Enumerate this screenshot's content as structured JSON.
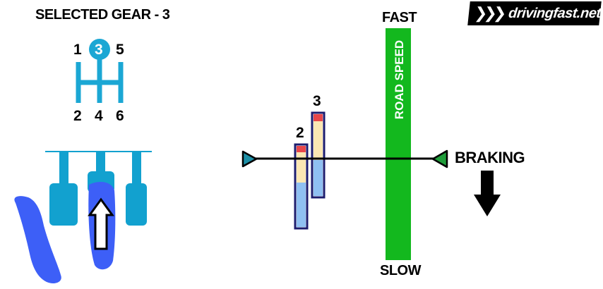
{
  "title": "SELECTED GEAR - 3",
  "brand": {
    "text": "drivingfast.net",
    "chevrons": "❯❯❯"
  },
  "shift_pattern": {
    "gears_top": [
      "1",
      "3",
      "5"
    ],
    "gears_bottom": [
      "2",
      "4",
      "6"
    ],
    "selected": "3",
    "color": "#1ba7d4"
  },
  "rev_bars": [
    {
      "label": "2",
      "fill_colors": [
        "#fbe7b3",
        "#8fc0f2"
      ]
    },
    {
      "label": "3",
      "fill_colors": [
        "#fbe7b3",
        "#8fc0f2"
      ]
    }
  ],
  "speed_bar": {
    "top_label": "FAST",
    "bottom_label": "SLOW",
    "label": "ROAD SPEED",
    "color": "#13b81e"
  },
  "braking": {
    "label": "BRAKING",
    "arrow": "down-arrow"
  },
  "colors": {
    "pedal": "#12a1cf",
    "foot": "#3d5ff7",
    "marker_left": "#1d8fa6",
    "marker_right": "#1f9d3a",
    "bar_border": "#1c1c6e"
  }
}
